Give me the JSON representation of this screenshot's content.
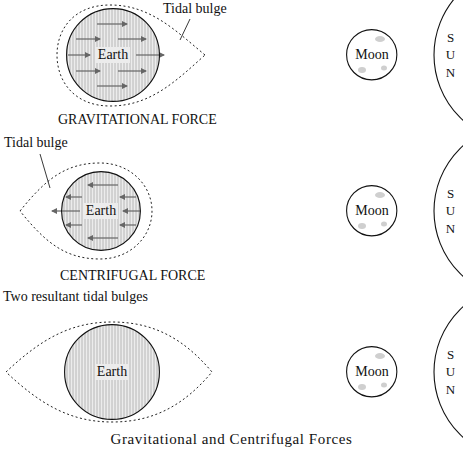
{
  "diagram": {
    "caption": "Gravitational and Centrifugal Forces",
    "nodes": [
      {
        "text": [
          "Earth"
        ]
      },
      {
        "text": [
          "Moon"
        ]
      },
      {
        "text": [
          "SUN"
        ]
      },
      {
        "text": [
          "Earth"
        ]
      },
      {
        "text": [
          "Moon"
        ]
      },
      {
        "text": [
          "SUN"
        ]
      },
      {
        "text": [
          "Earth"
        ]
      },
      {
        "text": [
          "Moon"
        ]
      },
      {
        "text": [
          "SUN"
        ]
      }
    ],
    "labels": [
      "Tidal bulge",
      "GRAVITATIONAL FORCE",
      "Tidal bulge",
      "CENTRIFUGAL FORCE",
      "Two resultant tidal bulges"
    ]
  }
}
